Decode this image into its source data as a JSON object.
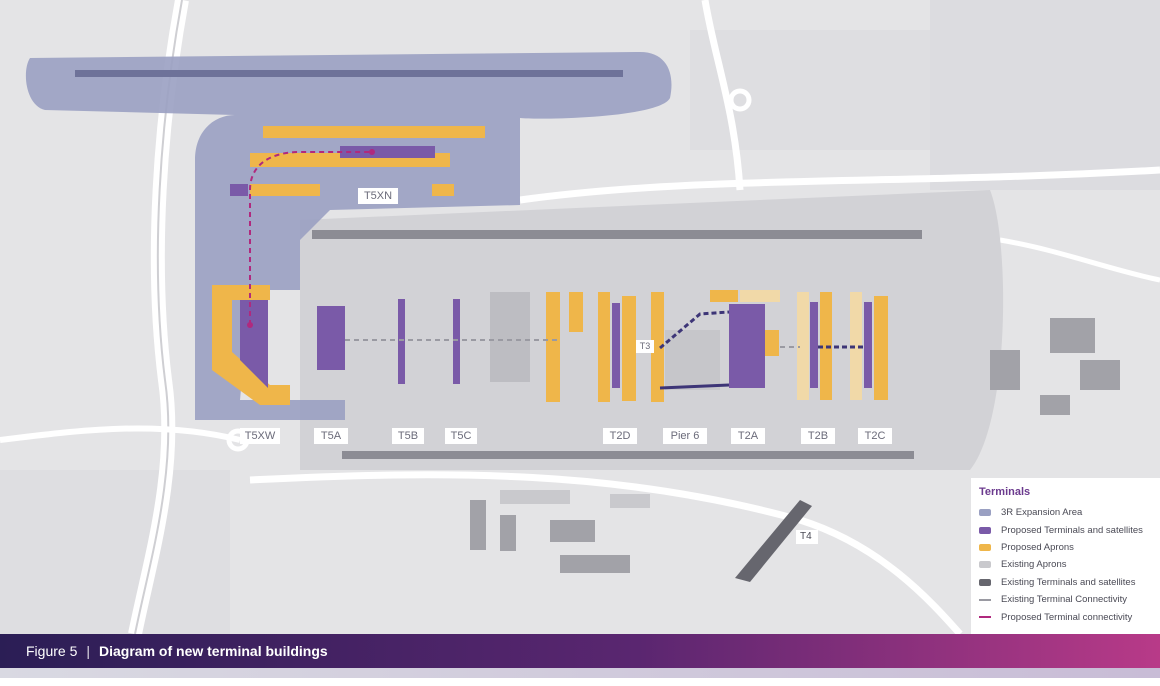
{
  "colors": {
    "expansion": "#9aa0c2",
    "proposed_terminal": "#7a5aa8",
    "proposed_apron": "#efb64a",
    "existing_apron": "#c9c9cd",
    "existing_terminal": "#66666e",
    "existing_connectivity": "#9a9aa2",
    "proposed_connectivity": "#b0297e",
    "background_land": "#e4e4e6"
  },
  "terminal_labels": {
    "t5xn": "T5XN",
    "t5xw": "T5XW",
    "t5a": "T5A",
    "t5b": "T5B",
    "t5c": "T5C",
    "t2d": "T2D",
    "pier6": "Pier 6",
    "t2a": "T2A",
    "t2b": "T2B",
    "t2c": "T2C",
    "t3": "T3",
    "t4": "T4"
  },
  "legend": {
    "title": "Terminals",
    "items": [
      {
        "label": "3R Expansion Area",
        "swatch": "fill",
        "color": "#9aa0c2"
      },
      {
        "label": "Proposed Terminals and satellites",
        "swatch": "fill",
        "color": "#7a5aa8"
      },
      {
        "label": "Proposed Aprons",
        "swatch": "fill",
        "color": "#efb64a"
      },
      {
        "label": "Existing Aprons",
        "swatch": "fill",
        "color": "#c9c9cd"
      },
      {
        "label": "Existing Terminals and satellites",
        "swatch": "fill",
        "color": "#66666e"
      },
      {
        "label": "Existing Terminal Connectivity",
        "swatch": "dash",
        "color": "#9a9aa2"
      },
      {
        "label": "Proposed Terminal connectivity",
        "swatch": "dash",
        "color": "#b0297e"
      }
    ]
  },
  "caption": {
    "figure": "Figure 5",
    "separator": "|",
    "title": "Diagram of new terminal buildings"
  }
}
